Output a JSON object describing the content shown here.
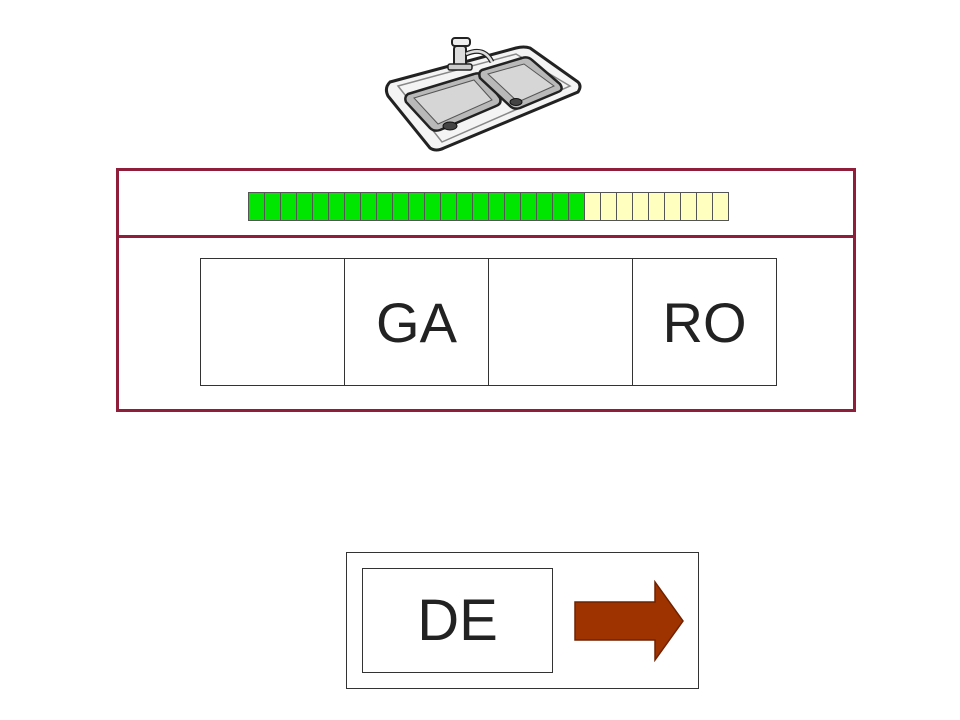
{
  "sink_image": {
    "icon": "double-kitchen-sink-icon"
  },
  "progress": {
    "filled_segments": 21,
    "total_segments": 30,
    "filled_color": "#00e600",
    "empty_color": "#ffffc0"
  },
  "word_slots": [
    {
      "text": ""
    },
    {
      "text": "GA"
    },
    {
      "text": ""
    },
    {
      "text": "RO"
    }
  ],
  "choice": {
    "syllable": "DE",
    "next_icon": "right-arrow-icon",
    "arrow_color": "#9e3300"
  },
  "colors": {
    "panel_border": "#8e1e3a"
  }
}
